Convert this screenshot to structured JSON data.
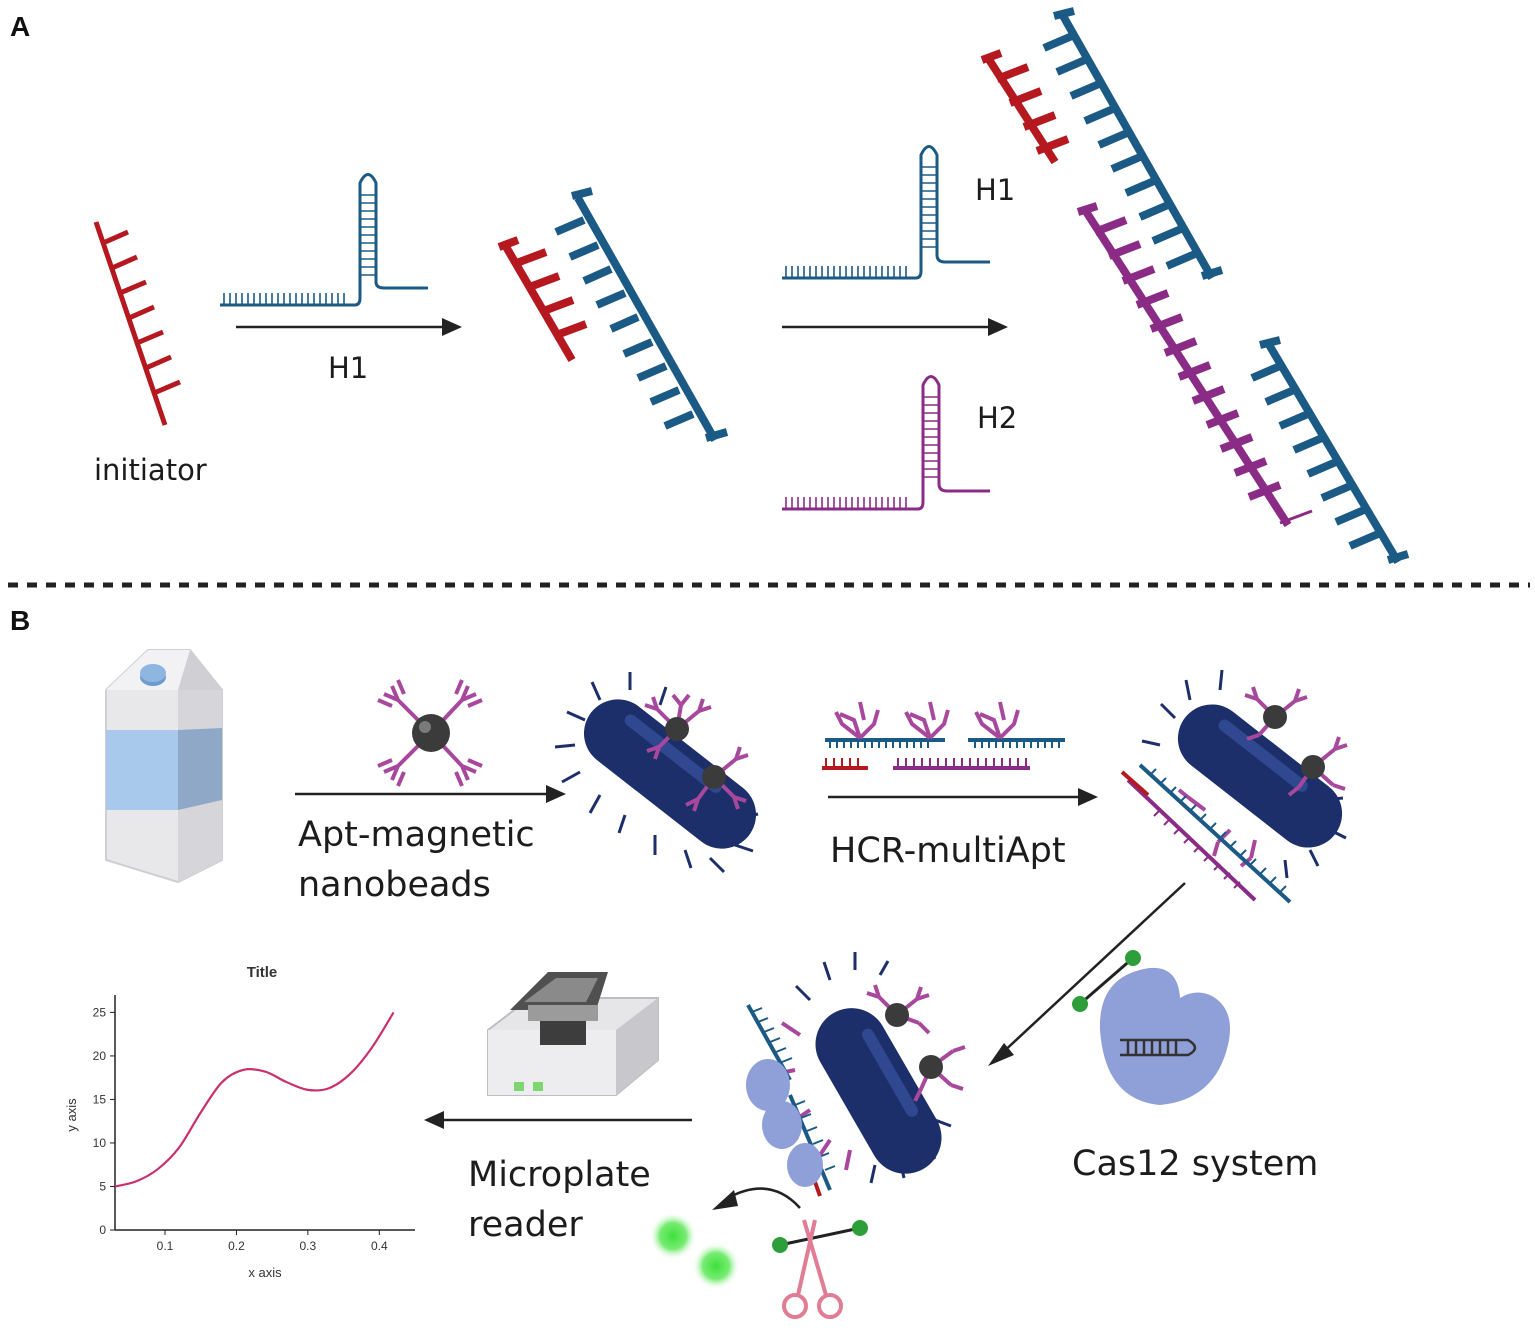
{
  "panel_a": {
    "letter": "A",
    "initiator_label": "initiator",
    "step1_label": "H1",
    "hairpin_h1_label": "H1",
    "hairpin_h2_label": "H2"
  },
  "panel_b": {
    "letter": "B",
    "step1_label_line1": "Apt-magnetic",
    "step1_label_line2": "nanobeads",
    "step2_label": "HCR-multiApt",
    "cas_label": "Cas12 system",
    "reader_label_line1": "Microplate",
    "reader_label_line2": "reader"
  },
  "colors": {
    "initiator_red": "#b5181f",
    "h1_blue": "#1b5a85",
    "h2_purple": "#8a2c86",
    "bacterium_navy": "#1c2f6b",
    "aptamer_magenta": "#a8489d",
    "fluor_green": "#3de03a",
    "cas_lavender": "#8f9fd8",
    "curve_pink": "#c8306e"
  },
  "chart_data": {
    "type": "line",
    "title": "Title",
    "xlabel": "x axis",
    "ylabel": "y axis",
    "x_ticks": [
      "0.1",
      "0.2",
      "0.3",
      "0.4"
    ],
    "y_ticks": [
      "0",
      "5",
      "10",
      "15",
      "20",
      "25"
    ],
    "xlim": [
      0.03,
      0.45
    ],
    "ylim": [
      0,
      27
    ],
    "series": [
      {
        "x": [
          0.03,
          0.06,
          0.09,
          0.12,
          0.15,
          0.18,
          0.21,
          0.24,
          0.27,
          0.3,
          0.33,
          0.36,
          0.39,
          0.42
        ],
        "y": [
          5.0,
          5.6,
          7.0,
          9.5,
          13.5,
          17.0,
          18.4,
          18.2,
          17.0,
          16.1,
          16.3,
          18.0,
          21.0,
          25.0
        ]
      }
    ]
  }
}
